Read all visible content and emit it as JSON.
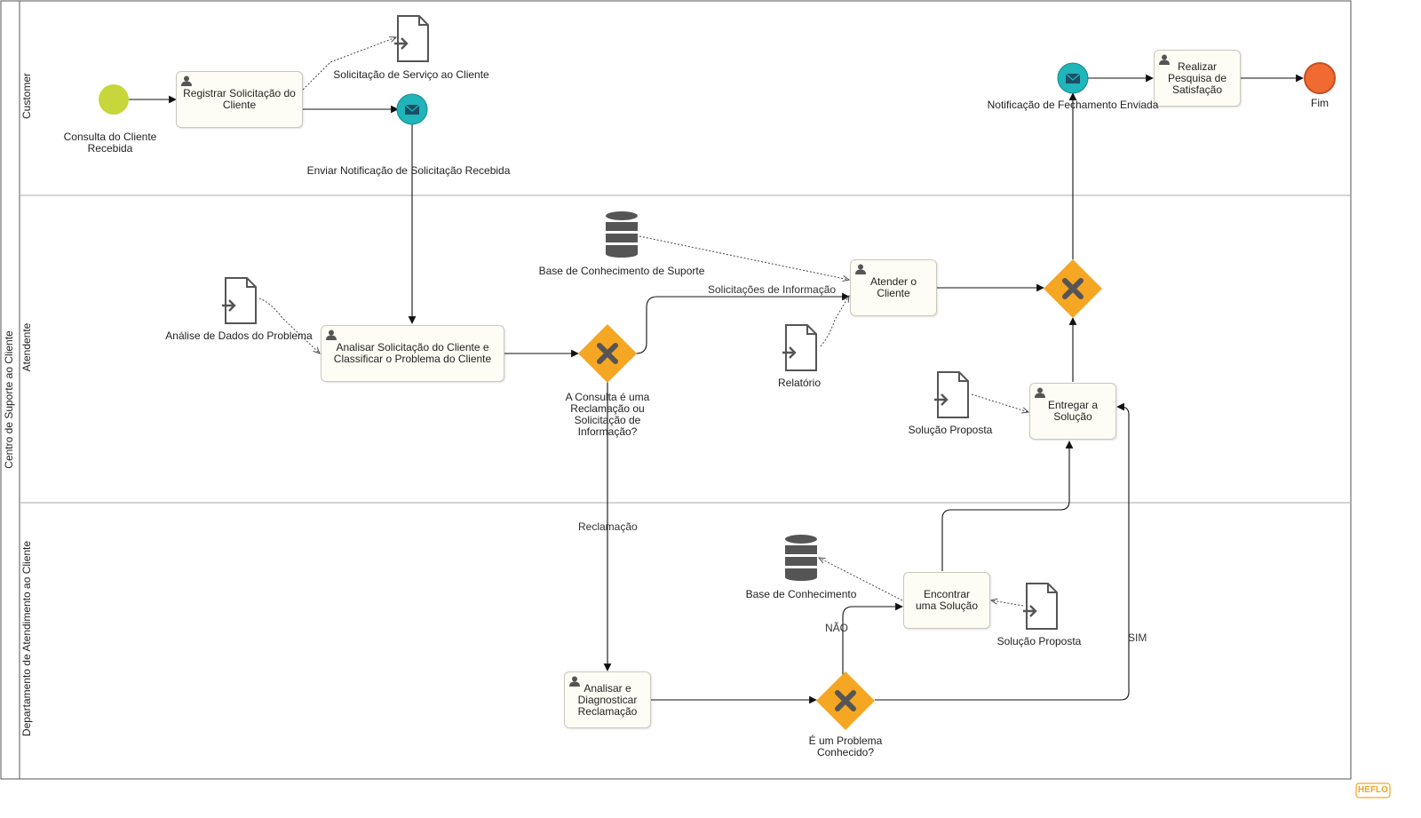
{
  "pool": {
    "title": "Centro de Suporte ao Cliente"
  },
  "lanes": {
    "customer": "Customer",
    "atendente": "Atendente",
    "departamento": "Departamento de Atendimento ao Cliente"
  },
  "events": {
    "start": "Consulta do Cliente Recebida",
    "msg_received": "Enviar Notificação de Solicitação Recebida",
    "msg_closing": "Notificação de Fechamento Enviada",
    "end": "Fim"
  },
  "tasks": {
    "registrar": "Registrar Solicitação do Cliente",
    "analisar_classificar": "Analisar Solicitação do Cliente e Classificar o Problema do Cliente",
    "atender": "Atender o Cliente",
    "entregar": "Entregar a Solução",
    "pesquisa": "Realizar Pesquisa de Satisfação",
    "analisar_diag": "Analisar e Diagnosticar Reclamação",
    "encontrar": "Encontrar uma Solução"
  },
  "gateways": {
    "consulta": "A Consulta é uma Reclamação ou Solicitação de Informação?",
    "conhecido": "É um Problema Conhecido?"
  },
  "artifacts": {
    "doc_solicitacao": "Solicitação de Serviço ao Cliente",
    "doc_analise": "Análise de Dados do Problema",
    "db_suporte": "Base de Conhecimento de Suporte",
    "doc_relatorio": "Relatório",
    "doc_solucao1": "Solução Proposta",
    "db_conhecimento": "Base de Conhecimento",
    "doc_solucao2": "Solução Proposta"
  },
  "flow_labels": {
    "solicitacoes": "Solicitações de Informação",
    "reclamacao": "Reclamação",
    "nao": "NÃO",
    "sim": "SIM"
  },
  "branding": {
    "logo": "HEFLO"
  },
  "colors": {
    "start": "#c6d63b",
    "end": "#f06a32",
    "message": "#1fb5b9",
    "gateway": "#f5a623",
    "task_fill": "#fdfdf5",
    "icon": "#555555"
  }
}
